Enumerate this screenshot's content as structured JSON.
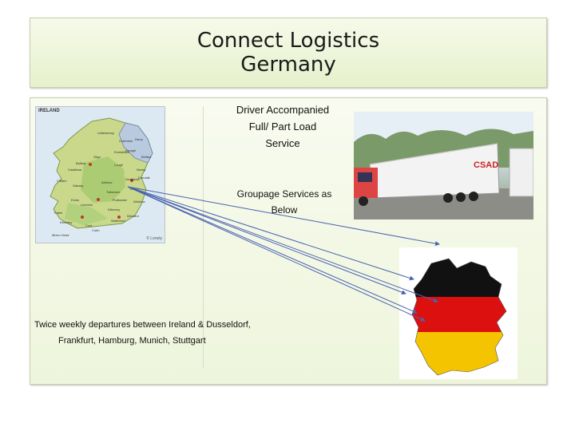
{
  "slide": {
    "title_line1": "Connect Logistics",
    "title_line2": "Germany"
  },
  "service": {
    "line1": "Driver Accompanied",
    "line2": "Full/ Part Load",
    "line3": "Service",
    "groupage_line1": "Groupage Services as",
    "groupage_line2": "Below"
  },
  "schedule": {
    "line1": "Twice weekly departures between Ireland & Dusseldorf,",
    "line2": "Frankfurt, Hamburg, Munich, Stuttgart"
  },
  "ireland_map": {
    "title": "IRELAND",
    "copyright": "© Lonely",
    "place_labels": [
      "Letterkenny",
      "Derry",
      "Coleraine",
      "Sligo",
      "Belfast",
      "Ballina",
      "Castlebar",
      "Enniskillen",
      "Omagh",
      "Lough",
      "Newry",
      "Dundalk",
      "Clifden",
      "Galway",
      "Athlone",
      "Drogheda",
      "Dublin",
      "Tullamore",
      "Portlaoise",
      "Wicklow",
      "Ennis",
      "Limerick",
      "Kilkenny",
      "Tralee",
      "Cork",
      "Wexford",
      "Waterford",
      "Killarney",
      "Cobh",
      "Mizen Head"
    ]
  },
  "truck_photo": {
    "trailer_text": "CSAD"
  },
  "colors": {
    "panel_top": "#f6faea",
    "panel_bottom": "#e6f1cc",
    "arrow": "#4a63b0",
    "flag_black": "#111111",
    "flag_red": "#dd1010",
    "flag_gold": "#f5c400"
  }
}
